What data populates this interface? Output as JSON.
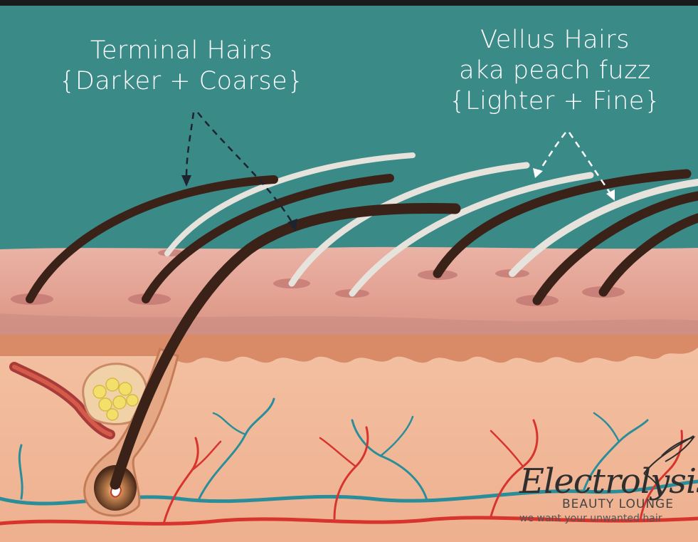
{
  "labels": {
    "terminal": {
      "line1": "Terminal Hairs",
      "line2": "{Darker + Coarse}"
    },
    "vellus": {
      "line1": "Vellus Hairs",
      "line2": "aka peach fuzz",
      "line3": "{Lighter + Fine}"
    }
  },
  "brand": {
    "name": "Electrolysis",
    "sub": "BEAUTY LOUNGE",
    "tagline": "we want your unwanted hair"
  },
  "colors": {
    "background": "#3a8a88",
    "terminal_hair": "#3b2218",
    "vellus_hair": "#e6e2dc",
    "skin_surface": "#e8a99a",
    "dermis": "#f0b79a",
    "artery": "#d8342e",
    "vein": "#2a8e9a"
  }
}
